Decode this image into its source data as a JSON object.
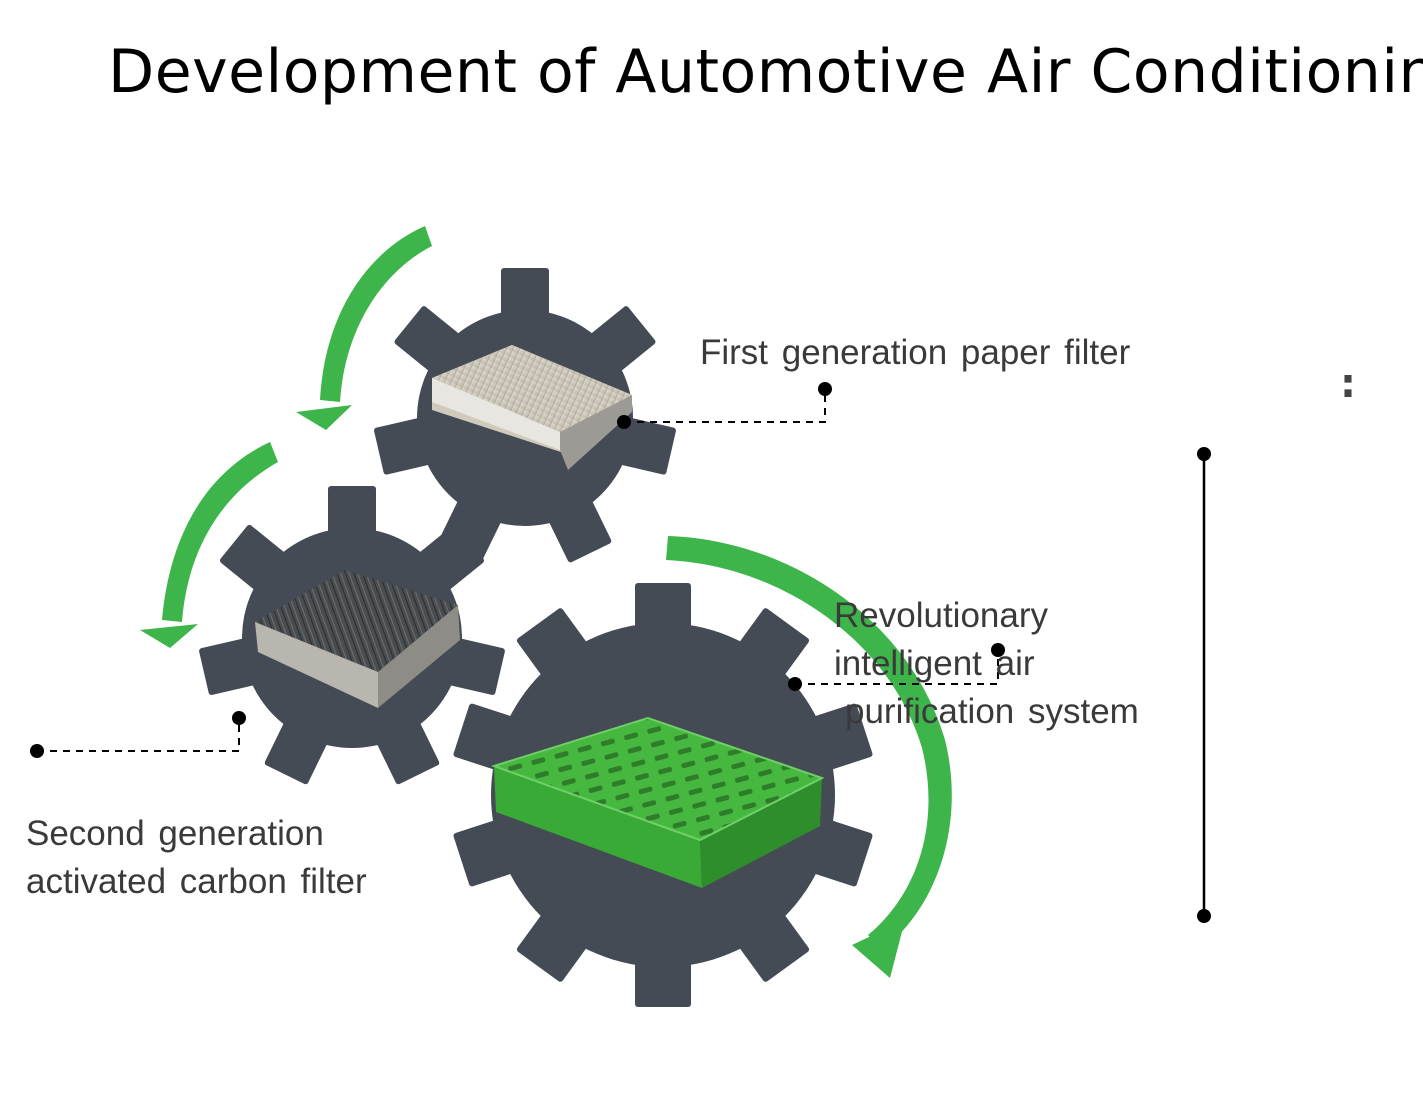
{
  "title": "Development of Automotive Air Conditionin",
  "labels": {
    "first": "First generation  paper  filter",
    "second_line1": "Second  generation",
    "second_line2": "activated  carbon  filter",
    "third_line1": "Revolutionary",
    "third_line2": "intelligent  air",
    "third_line3": "purification  system"
  },
  "overflow_marker": ":",
  "colors": {
    "gear": "#444b55",
    "arrow": "#3db54a",
    "filter_green": "#3aaa36",
    "label_text": "#3a3a3a",
    "connector": "#000000"
  },
  "icons": [
    "paper-filter-image",
    "carbon-filter-image",
    "smart-purifier-image",
    "curved-arrow-icon",
    "gear-icon"
  ]
}
